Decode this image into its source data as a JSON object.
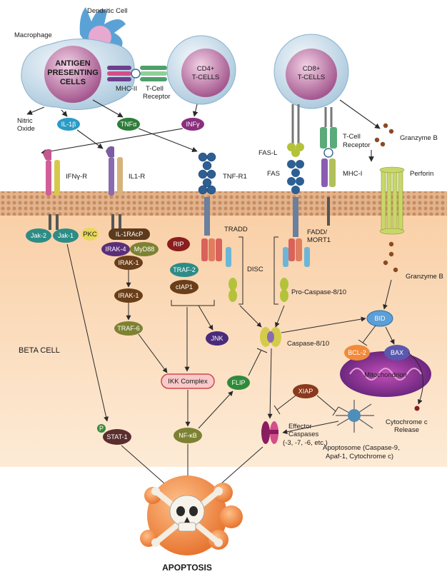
{
  "cells": {
    "dendritic": "Dendritic Cell",
    "macrophage": "Macrophage",
    "apc": [
      "ANTIGEN",
      "PRESENTING",
      "CELLS"
    ],
    "cd4": [
      "CD4+",
      "T-CELLS"
    ],
    "cd8": [
      "CD8+",
      "T-CELLS"
    ],
    "beta_cell": "BETA CELL"
  },
  "receptors": {
    "mhc2": "MHC-II",
    "tcr1": [
      "T-Cell",
      "Receptor"
    ],
    "tcr2": [
      "T-Cell",
      "Receptor"
    ],
    "ifngr": "IFNγ-R",
    "il1r": "IL1-R",
    "tnfr1": "TNF-R1",
    "fasl": "FAS-L",
    "fas": "FAS",
    "mhc1": "MHC-I",
    "perforin": "Perforin"
  },
  "cytokines": {
    "no": [
      "Nitric",
      "Oxide"
    ],
    "il1b": "IL-1β",
    "tnfa": "TNFα",
    "ifng": "INFγ",
    "granzyme_top": "Granzyme B",
    "granzyme_mid": "Granzyme B"
  },
  "proteins": {
    "jak2": "Jak-2",
    "jak1": "Jak-1",
    "pkc": "PKC",
    "il1racp": "IL-1RAcP",
    "irak4": "IRAK-4",
    "myd88": "MyD88",
    "irak1a": "IRAK-1",
    "irak1b": "IRAK-1",
    "traf6": "TRAF-6",
    "rip": "RIP",
    "traf2": "TRAF-2",
    "ciap1": "cIAP1",
    "tradd": "TRADD",
    "disc": "DISC",
    "fadd": [
      "FADD/",
      "MORT1"
    ],
    "procasp": "Pro-Caspase-8/10",
    "casp810": "Caspase-8/10",
    "jnk": "JNK",
    "ikk": "IKK Complex",
    "flip": "FLIP",
    "xiap": "XIAP",
    "bid": "BID",
    "bcl2": "BCL-2",
    "bax": "BAX",
    "mito": "Mitochondrion",
    "cytc": [
      "Cytochrome c",
      "Release"
    ],
    "apoptosome": [
      "Apoptosome (Caspase-9,",
      "Apaf-1, Cytochrome c)"
    ],
    "p": "P",
    "stat1": "STAT-1",
    "nfkb": "NF-κB",
    "effector": [
      "Effector",
      "Caspases",
      "(-3, -7, -6, etc.)"
    ]
  },
  "outcome": "APOPTOSIS",
  "colors": {
    "cytoplasm": "#fbdcb8",
    "membrane": "#d9a780",
    "cell_body": "#d6e8f5",
    "nucleus": "#c77fb0",
    "teal": "#2d8c86",
    "olive": "#7d8233",
    "brown": "#6a3e18",
    "orange": "#f28a3a"
  }
}
